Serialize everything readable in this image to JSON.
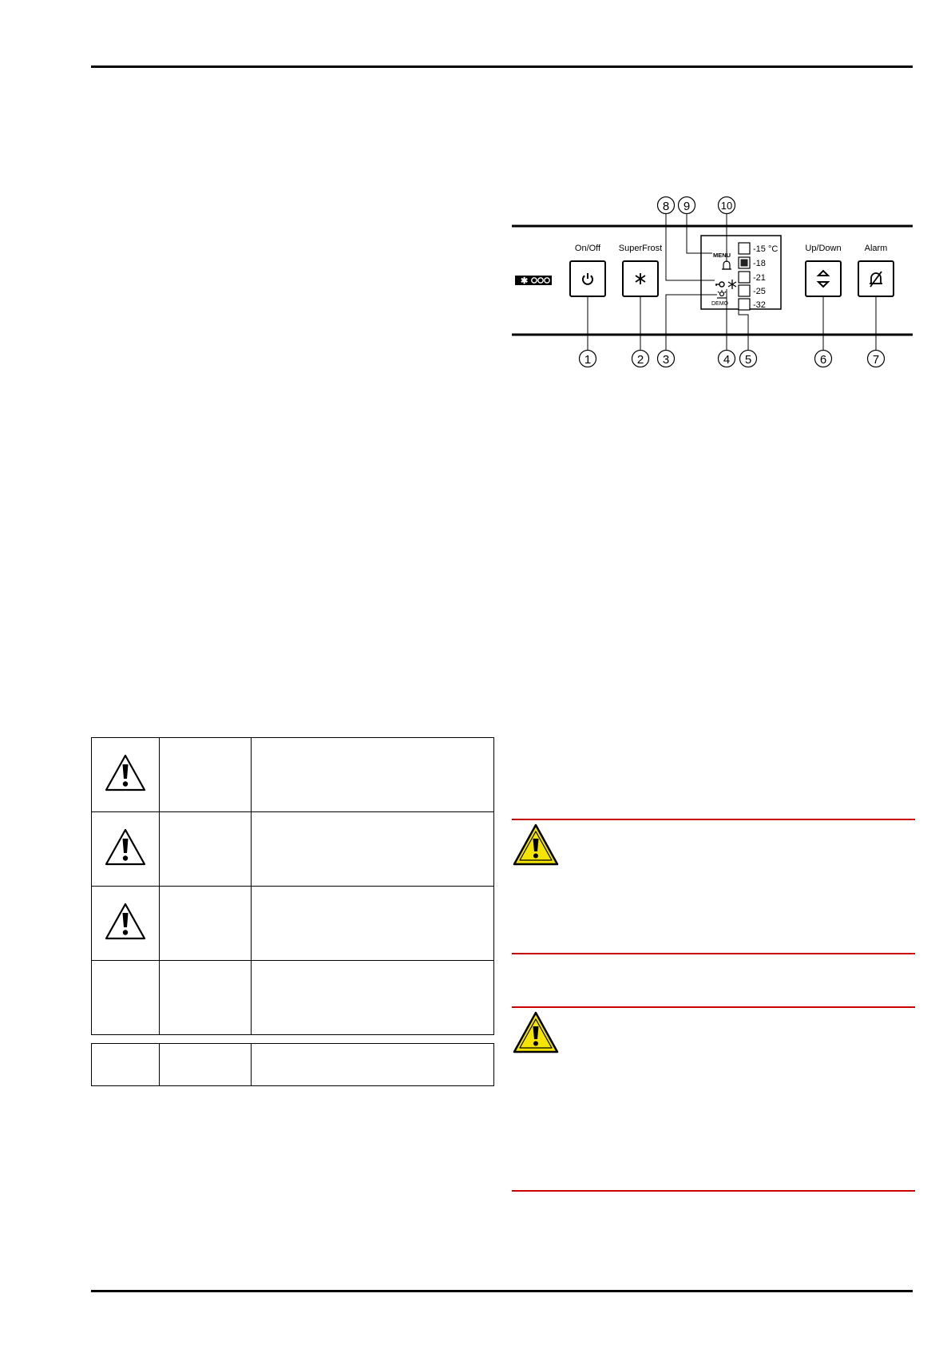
{
  "control_panel": {
    "buttons": {
      "on_off": "On/Off",
      "superfrost": "SuperFrost",
      "up_down": "Up/Down",
      "alarm": "Alarm"
    },
    "display": {
      "menu": "MENU",
      "demo": "DEMO",
      "temperatures": [
        "-15 °C",
        "-18",
        "-21",
        "-25",
        "-32"
      ]
    },
    "callouts": [
      "1",
      "2",
      "3",
      "4",
      "5",
      "6",
      "7",
      "8",
      "9",
      "10"
    ]
  },
  "icons": [
    "warning-triangle-icon",
    "hazard-warning-icon",
    "power-icon",
    "snowflake-icon",
    "arrows-up-down-icon",
    "alarm-mute-icon",
    "bell-icon",
    "key-icon",
    "sun-icon",
    "appliance-badge-icon"
  ],
  "colors": {
    "red_rule": "#cc0000",
    "hazard_yellow": "#f5e400"
  }
}
